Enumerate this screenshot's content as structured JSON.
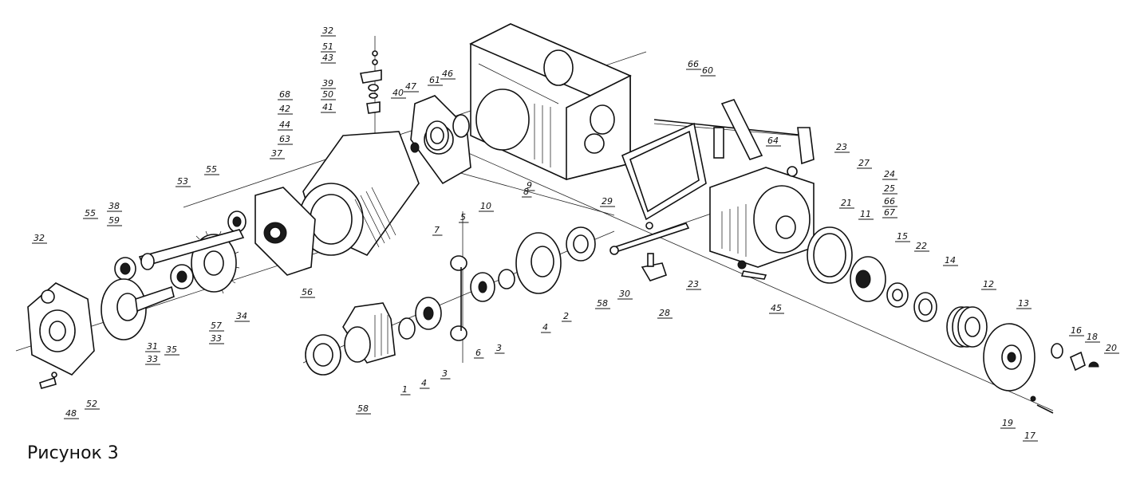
{
  "caption": "Рисунок 3",
  "labels": [
    {
      "id": "l32a",
      "text": "32"
    },
    {
      "id": "l51",
      "text": "51"
    },
    {
      "id": "l43",
      "text": "43"
    },
    {
      "id": "l39",
      "text": "39"
    },
    {
      "id": "l50",
      "text": "50"
    },
    {
      "id": "l41",
      "text": "41"
    },
    {
      "id": "l68",
      "text": "68"
    },
    {
      "id": "l42",
      "text": "42"
    },
    {
      "id": "l44",
      "text": "44"
    },
    {
      "id": "l63",
      "text": "63"
    },
    {
      "id": "l40",
      "text": "40"
    },
    {
      "id": "l47",
      "text": "47"
    },
    {
      "id": "l61",
      "text": "61"
    },
    {
      "id": "l46",
      "text": "46"
    },
    {
      "id": "l37",
      "text": "37"
    },
    {
      "id": "l53",
      "text": "53"
    },
    {
      "id": "l55a",
      "text": "55"
    },
    {
      "id": "l55b",
      "text": "55"
    },
    {
      "id": "l38",
      "text": "38"
    },
    {
      "id": "l59",
      "text": "59"
    },
    {
      "id": "l32b",
      "text": "32"
    },
    {
      "id": "l56",
      "text": "56"
    },
    {
      "id": "l34",
      "text": "34"
    },
    {
      "id": "l57",
      "text": "57"
    },
    {
      "id": "l33a",
      "text": "33"
    },
    {
      "id": "l31",
      "text": "31"
    },
    {
      "id": "l33b",
      "text": "33"
    },
    {
      "id": "l35",
      "text": "35"
    },
    {
      "id": "l48",
      "text": "48"
    },
    {
      "id": "l52",
      "text": "52"
    },
    {
      "id": "l58a",
      "text": "58"
    },
    {
      "id": "l1",
      "text": "1"
    },
    {
      "id": "l4a",
      "text": "4"
    },
    {
      "id": "l3a",
      "text": "3"
    },
    {
      "id": "l7",
      "text": "7"
    },
    {
      "id": "l5",
      "text": "5"
    },
    {
      "id": "l6",
      "text": "6"
    },
    {
      "id": "l3b",
      "text": "3"
    },
    {
      "id": "l10",
      "text": "10"
    },
    {
      "id": "l9",
      "text": "9"
    },
    {
      "id": "l8",
      "text": "8"
    },
    {
      "id": "l4b",
      "text": "4"
    },
    {
      "id": "l2",
      "text": "2"
    },
    {
      "id": "l58b",
      "text": "58"
    },
    {
      "id": "l66a",
      "text": "66"
    },
    {
      "id": "l60",
      "text": "60"
    },
    {
      "id": "l64",
      "text": "64"
    },
    {
      "id": "l23a",
      "text": "23"
    },
    {
      "id": "l27",
      "text": "27"
    },
    {
      "id": "l24",
      "text": "24"
    },
    {
      "id": "l25",
      "text": "25"
    },
    {
      "id": "l66b",
      "text": "66"
    },
    {
      "id": "l67",
      "text": "67"
    },
    {
      "id": "l29",
      "text": "29"
    },
    {
      "id": "l30",
      "text": "30"
    },
    {
      "id": "l28",
      "text": "28"
    },
    {
      "id": "l23b",
      "text": "23"
    },
    {
      "id": "l21",
      "text": "21"
    },
    {
      "id": "l11",
      "text": "11"
    },
    {
      "id": "l45",
      "text": "45"
    },
    {
      "id": "l15",
      "text": "15"
    },
    {
      "id": "l22",
      "text": "22"
    },
    {
      "id": "l14",
      "text": "14"
    },
    {
      "id": "l12",
      "text": "12"
    },
    {
      "id": "l13",
      "text": "13"
    },
    {
      "id": "l16",
      "text": "16"
    },
    {
      "id": "l18",
      "text": "18"
    },
    {
      "id": "l20",
      "text": "20"
    },
    {
      "id": "l19",
      "text": "19"
    },
    {
      "id": "l17",
      "text": "17"
    }
  ]
}
